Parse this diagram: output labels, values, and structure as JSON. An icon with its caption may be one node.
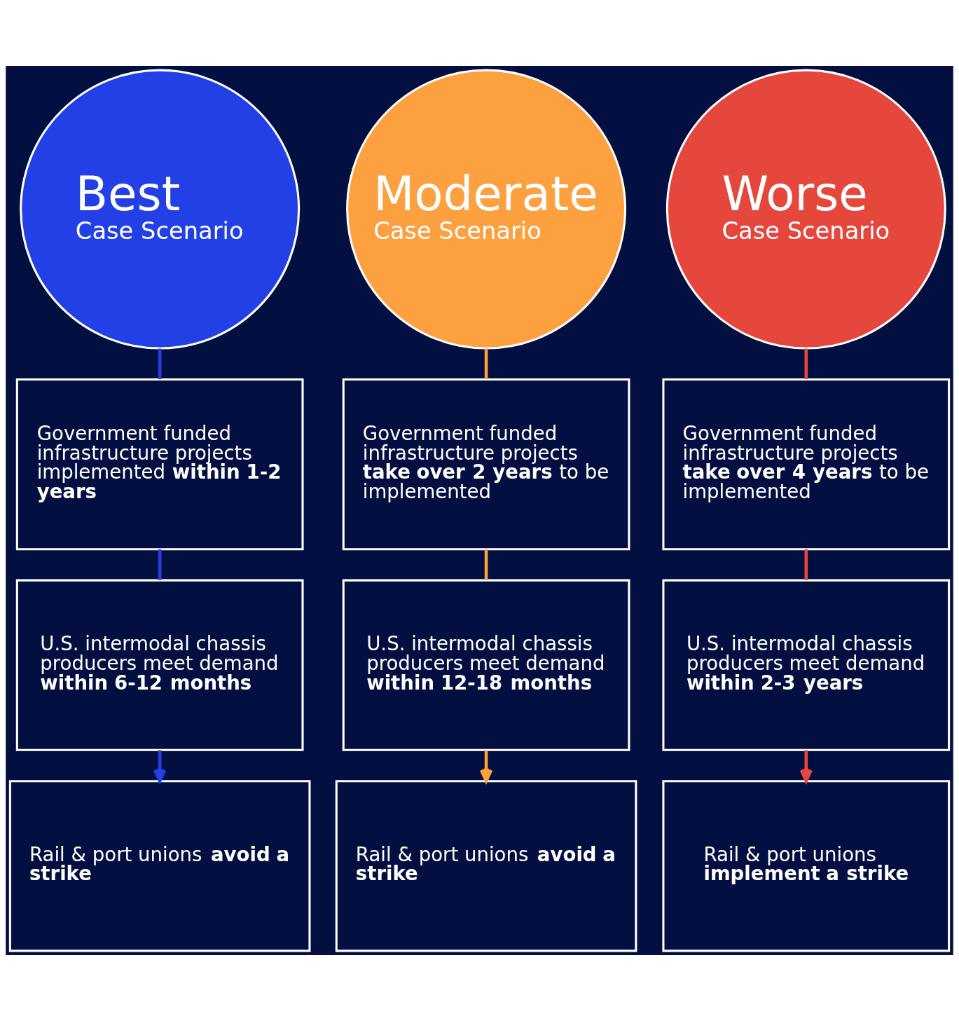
{
  "diagram": {
    "nodes": [
      {
        "text": [
          "Best",
          "Case Scenario"
        ]
      },
      {
        "text": [
          "Moderate",
          "Case Scenario"
        ]
      },
      {
        "text": [
          "Worse",
          "Case Scenario"
        ]
      },
      {
        "text": [
          "Government funded infrastructure projects implemented **within 1-2 years**"
        ]
      },
      {
        "text": [
          "Government funded infrastructure projects **take over 2 years** to be implemented"
        ]
      },
      {
        "text": [
          "Government funded infrastructure projects **take over 4 years** to be implemented"
        ]
      },
      {
        "text": [
          "U.S. intermodal chassis producers meet demand **within 6-12 months**"
        ]
      },
      {
        "text": [
          "U.S. intermodal chassis producers meet demand **within 12-18 months**"
        ]
      },
      {
        "text": [
          "U.S. intermodal chassis producers meet demand **within 2-3 years**"
        ]
      },
      {
        "text": [
          "Rail & port unions **avoid a strike**"
        ]
      },
      {
        "text": [
          "Rail & port unions **avoid a strike**"
        ]
      },
      {
        "text": [
          "Rail & port unions **implement a strike**"
        ]
      }
    ],
    "edges": [
      {
        "from": 0,
        "to": 3,
        "arrow": "none",
        "color": "#2340e6"
      },
      {
        "from": 3,
        "to": 6,
        "arrow": "none",
        "color": "#2340e6"
      },
      {
        "from": 6,
        "to": 9,
        "arrow": "to",
        "color": "#2340e6"
      },
      {
        "from": 1,
        "to": 4,
        "arrow": "none",
        "color": "#fca040"
      },
      {
        "from": 4,
        "to": 7,
        "arrow": "none",
        "color": "#fca040"
      },
      {
        "from": 7,
        "to": 10,
        "arrow": "to",
        "color": "#fca040"
      },
      {
        "from": 2,
        "to": 5,
        "arrow": "none",
        "color": "#e5473d"
      },
      {
        "from": 5,
        "to": 8,
        "arrow": "none",
        "color": "#e5473d"
      },
      {
        "from": 8,
        "to": 11,
        "arrow": "to",
        "color": "#e5473d"
      }
    ]
  }
}
